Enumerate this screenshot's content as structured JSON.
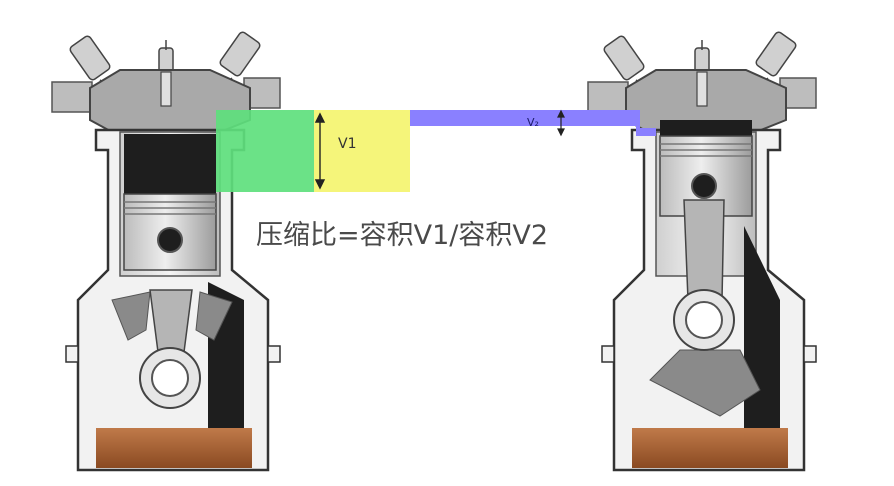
{
  "labels": {
    "v1": "V1",
    "v2": "V₂",
    "formula": "压缩比=容积V1/容积V2"
  },
  "colors": {
    "v1_green": "#5ee07d",
    "v1_yellow": "#f5f57a",
    "v2_purple": "#8a80ff",
    "oil": "#b06a3c",
    "engine_gray": "#8a8a8a",
    "engine_dark": "#1e1e1e",
    "engine_light": "#e6e6e6"
  },
  "icons": {
    "left_engine": "engine-cylinder-bdc-icon",
    "right_engine": "engine-cylinder-tdc-icon",
    "v1_arrow": "double-arrow-vertical-icon",
    "v2_arrow": "double-arrow-vertical-icon"
  }
}
